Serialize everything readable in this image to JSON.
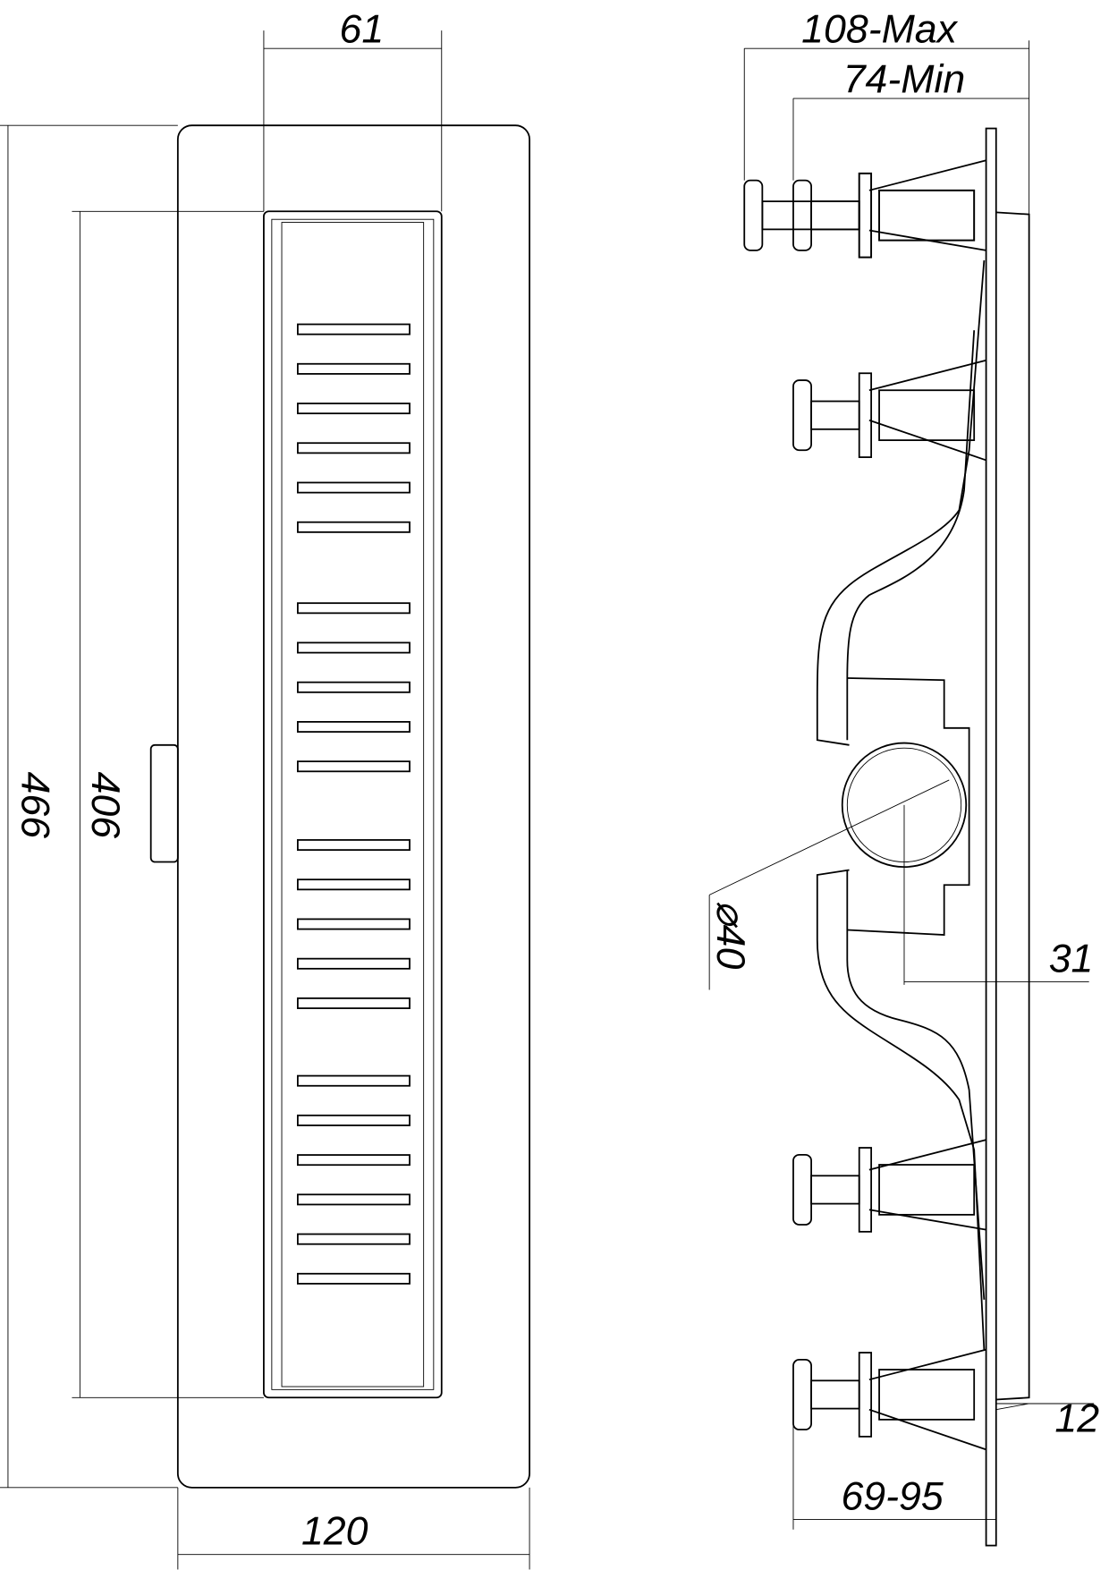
{
  "front_view": {
    "dim_top_width": "61",
    "dim_bottom_width": "120",
    "dim_outer_height": "466",
    "dim_inner_height": "406",
    "slot_groups": [
      6,
      5,
      5,
      6
    ]
  },
  "side_view": {
    "dim_max": "108-Max",
    "dim_min": "74-Min",
    "dim_outlet_diameter": "⌀40",
    "dim_outlet_height": "31",
    "dim_flange": "12",
    "dim_adjust_range": "69-95"
  },
  "colors": {
    "line": "#000000",
    "background": "#ffffff"
  }
}
